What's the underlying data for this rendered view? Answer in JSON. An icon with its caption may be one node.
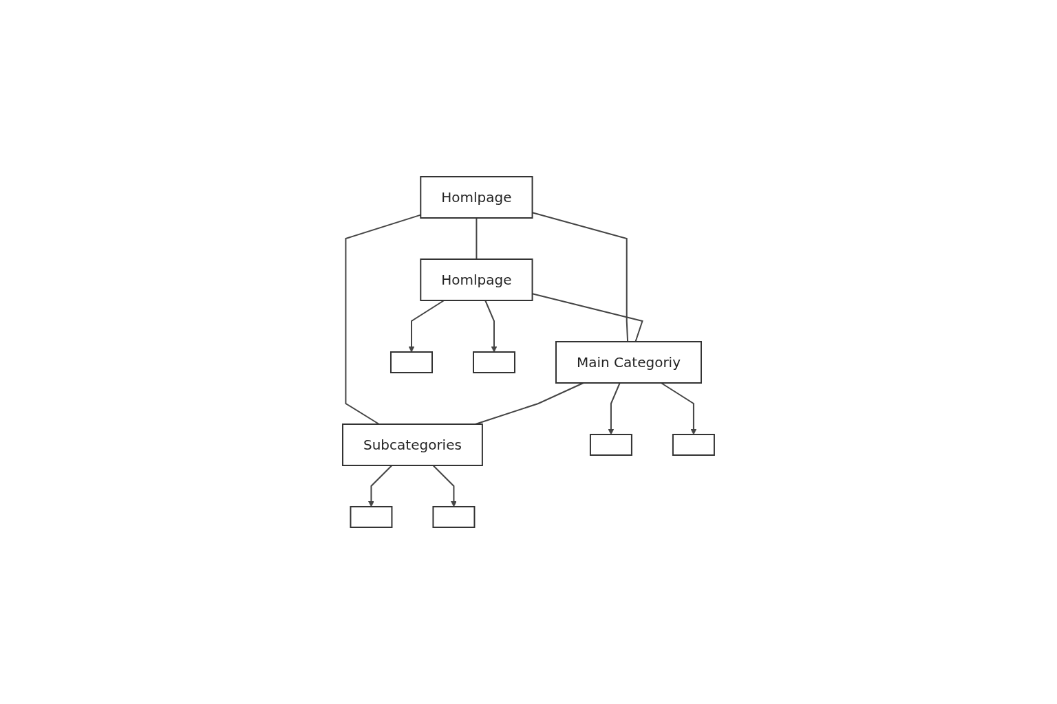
{
  "diagram": {
    "nodes": [
      {
        "text": [
          "Homlpage"
        ]
      },
      {
        "text": [
          "Homlpage"
        ]
      },
      {
        "text": [
          "Main Categoriy"
        ]
      },
      {
        "text": [
          "Subcategories"
        ]
      },
      {
        "text": [],
        "shape": "box"
      },
      {
        "text": [],
        "shape": "box"
      },
      {
        "text": [],
        "shape": "box"
      },
      {
        "text": [],
        "shape": "box"
      },
      {
        "text": [],
        "shape": "box"
      },
      {
        "text": [],
        "shape": "box"
      }
    ],
    "edges": [
      {
        "from": 0,
        "to": 1,
        "arrow": "none"
      },
      {
        "from": 0,
        "to": 2,
        "arrow": "none"
      },
      {
        "from": 0,
        "to": 3,
        "arrow": "none"
      },
      {
        "from": 1,
        "to": 2,
        "arrow": "none"
      },
      {
        "from": 2,
        "to": 3,
        "arrow": "none"
      },
      {
        "from": 1,
        "to": 4,
        "arrow": "to"
      },
      {
        "from": 1,
        "to": 5,
        "arrow": "to"
      },
      {
        "from": 2,
        "to": 6,
        "arrow": "to"
      },
      {
        "from": 2,
        "to": 7,
        "arrow": "to"
      },
      {
        "from": 3,
        "to": 8,
        "arrow": "to"
      },
      {
        "from": 3,
        "to": 9,
        "arrow": "to"
      }
    ]
  }
}
